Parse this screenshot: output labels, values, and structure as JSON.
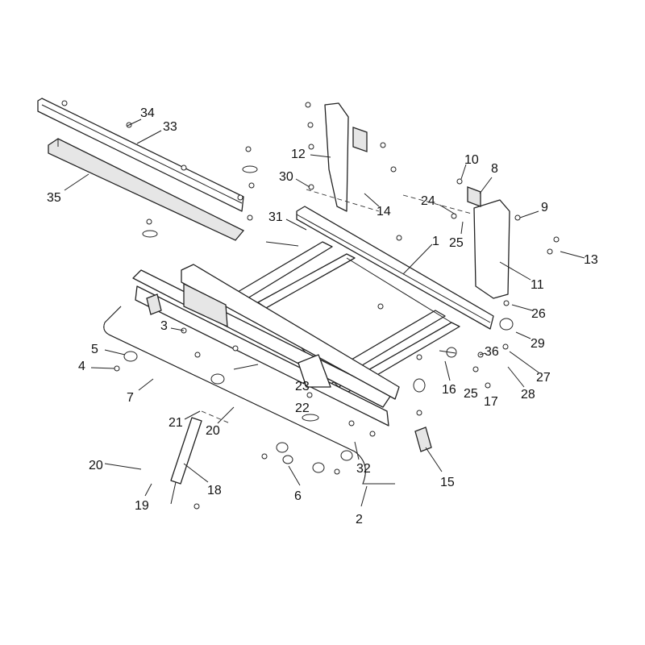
{
  "title": "Frame assembly exploded parts diagram",
  "callouts": [
    "34",
    "33",
    "35",
    "12",
    "30",
    "31",
    "14",
    "10",
    "8",
    "24",
    "25",
    "9",
    "13",
    "1",
    "11",
    "26",
    "29",
    "27",
    "28",
    "36",
    "16",
    "25",
    "17",
    "3",
    "5",
    "4",
    "7",
    "23",
    "22",
    "21",
    "20",
    "20",
    "19",
    "18",
    "6",
    "32",
    "15",
    "2"
  ]
}
